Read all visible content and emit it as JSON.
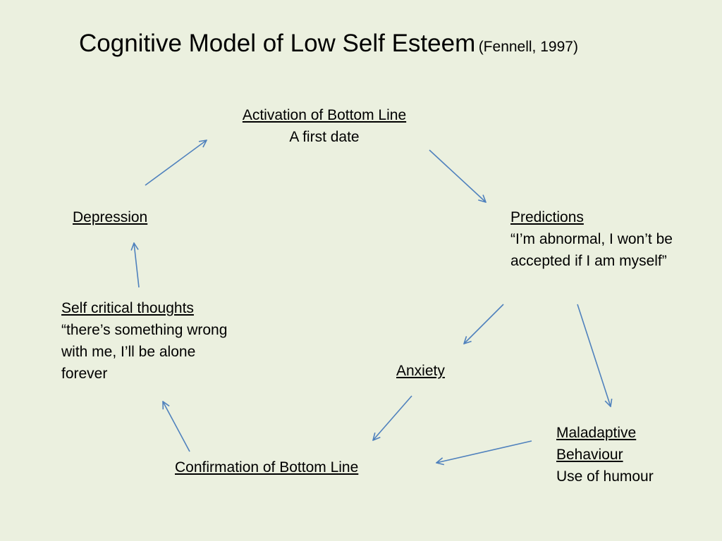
{
  "colors": {
    "background": "#EBF0DF",
    "arrow": "#4F81BD",
    "text": "#000000"
  },
  "title": {
    "main": "Cognitive Model of Low Self Esteem",
    "citation": "(Fennell, 1997)"
  },
  "nodes": {
    "activation": {
      "label": "Activation of Bottom Line",
      "body": "A first date"
    },
    "predictions": {
      "label": "Predictions",
      "body": "“I’m abnormal, I won’t be accepted if I am myself”"
    },
    "anxiety": {
      "label": "Anxiety"
    },
    "maladaptive": {
      "label": "Maladaptive Behaviour",
      "body": "Use of humour"
    },
    "confirmation": {
      "label": "Confirmation of Bottom Line"
    },
    "self_critical": {
      "label": "Self critical thoughts",
      "body": "“there’s something wrong with me, I’ll be alone forever"
    },
    "depression": {
      "label": "Depression"
    }
  },
  "connections": [
    {
      "from": "activation",
      "to": "predictions"
    },
    {
      "from": "predictions",
      "to": "anxiety"
    },
    {
      "from": "predictions",
      "to": "maladaptive"
    },
    {
      "from": "anxiety",
      "to": "confirmation"
    },
    {
      "from": "maladaptive",
      "to": "confirmation"
    },
    {
      "from": "confirmation",
      "to": "self_critical"
    },
    {
      "from": "self_critical",
      "to": "depression"
    },
    {
      "from": "depression",
      "to": "activation"
    }
  ]
}
